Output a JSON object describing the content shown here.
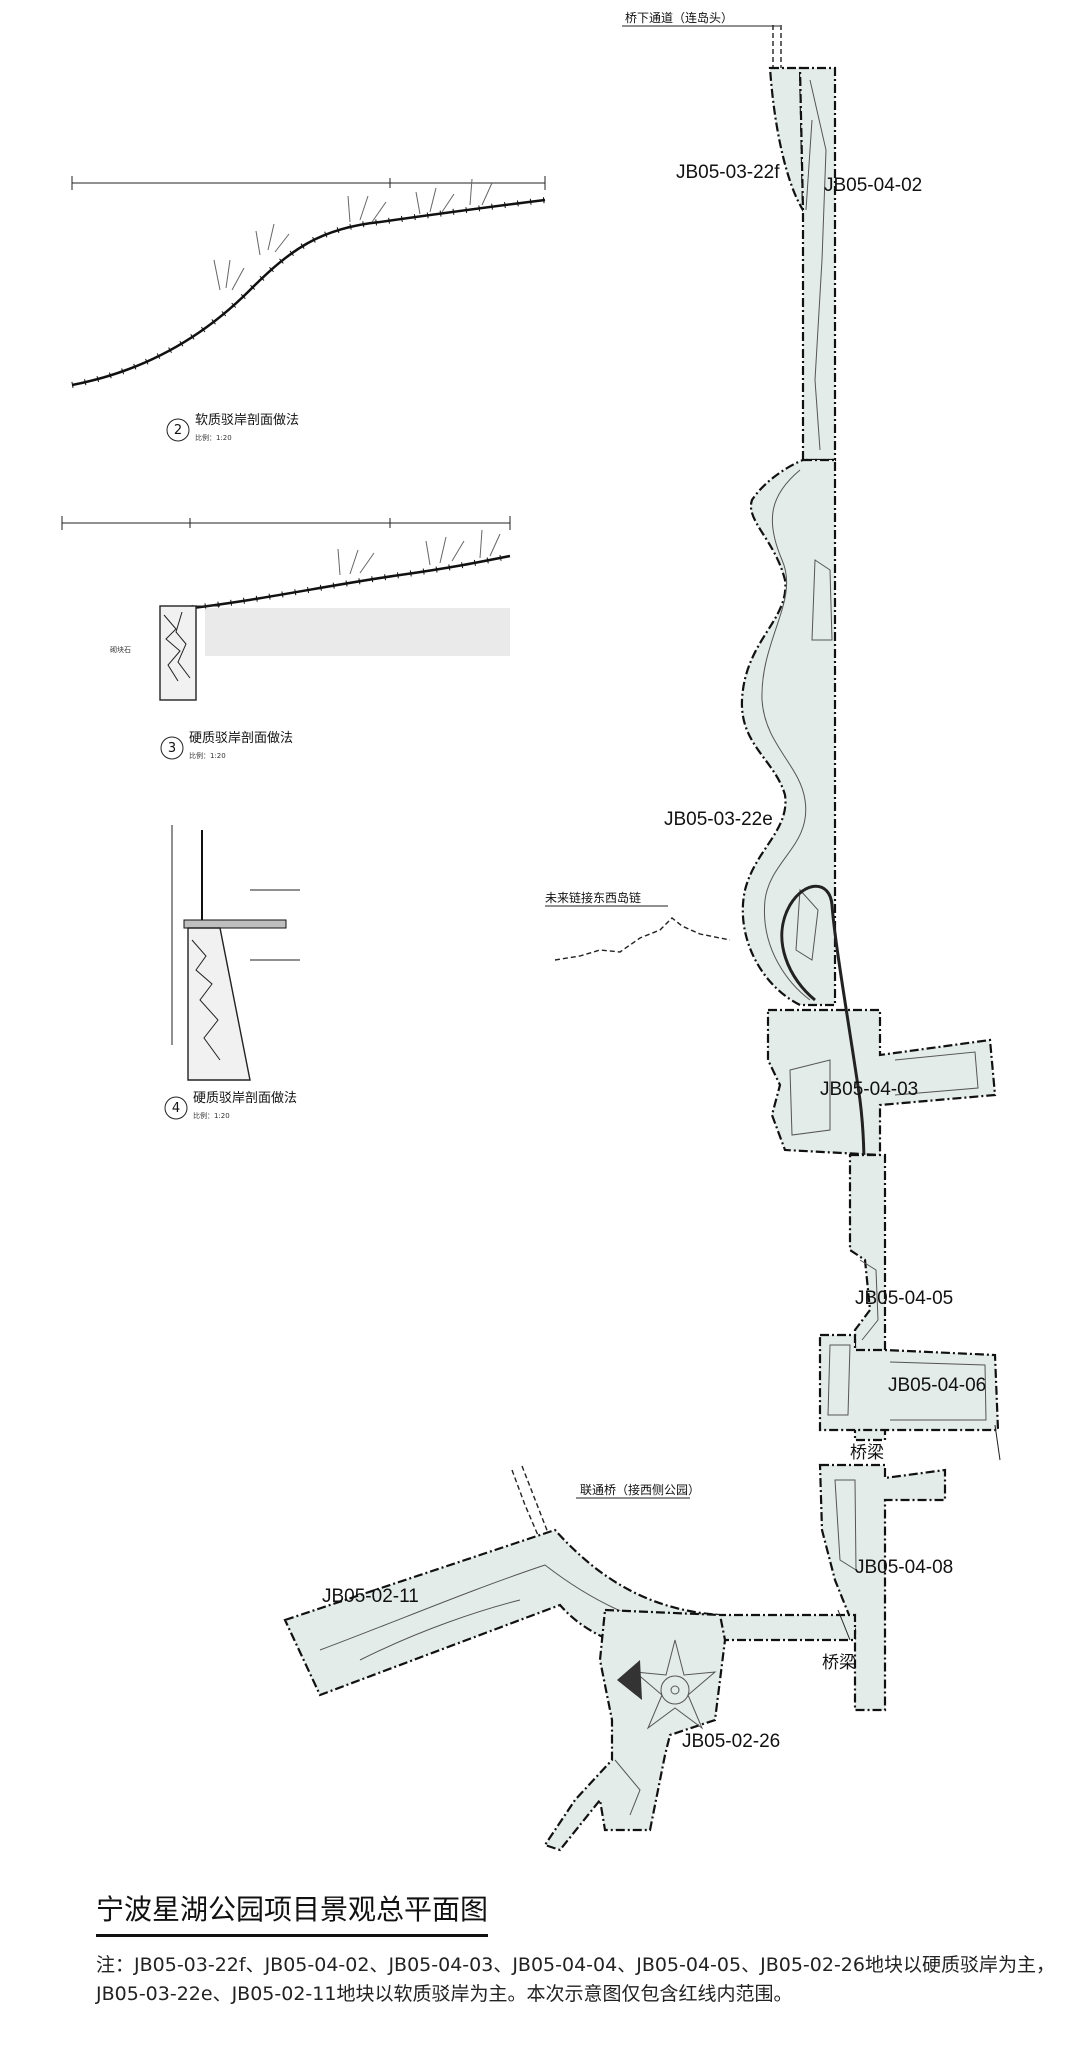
{
  "map": {
    "title": "宁波星湖公园项目景观总平面图",
    "note": "注：JB05-03-22f、JB05-04-02、JB05-04-03、JB05-04-04、JB05-04-05、JB05-02-26地块以硬质驳岸为主，JB05-03-22e、JB05-02-11地块以软质驳岸为主。本次示意图仅包含红线内范围。",
    "annotations": {
      "under_bridge": "桥下通道（连岛头）",
      "future_link": "未来链接东西岛链",
      "link_bridge": "联通桥（接西侧公园）",
      "bridge_upper": "桥梁",
      "bridge_lower": "桥梁"
    },
    "parcels": {
      "p_03_22f": "JB05-03-22f",
      "p_04_02": "JB05-04-02",
      "p_03_22e": "JB05-03-22e",
      "p_04_03": "JB05-04-03",
      "p_04_05": "JB05-04-05",
      "p_04_06": "JB05-04-06",
      "p_04_08": "JB05-04-08",
      "p_02_11": "JB05-02-11",
      "p_02_26": "JB05-02-26"
    }
  },
  "sections": [
    {
      "num": "2",
      "title": "软质驳岸剖面做法",
      "scale": "比例：1:20"
    },
    {
      "num": "3",
      "title": "硬质驳岸剖面做法",
      "scale": "比例：1:20"
    },
    {
      "num": "4",
      "title": "硬质驳岸剖面做法",
      "scale": "比例：1:20"
    }
  ]
}
